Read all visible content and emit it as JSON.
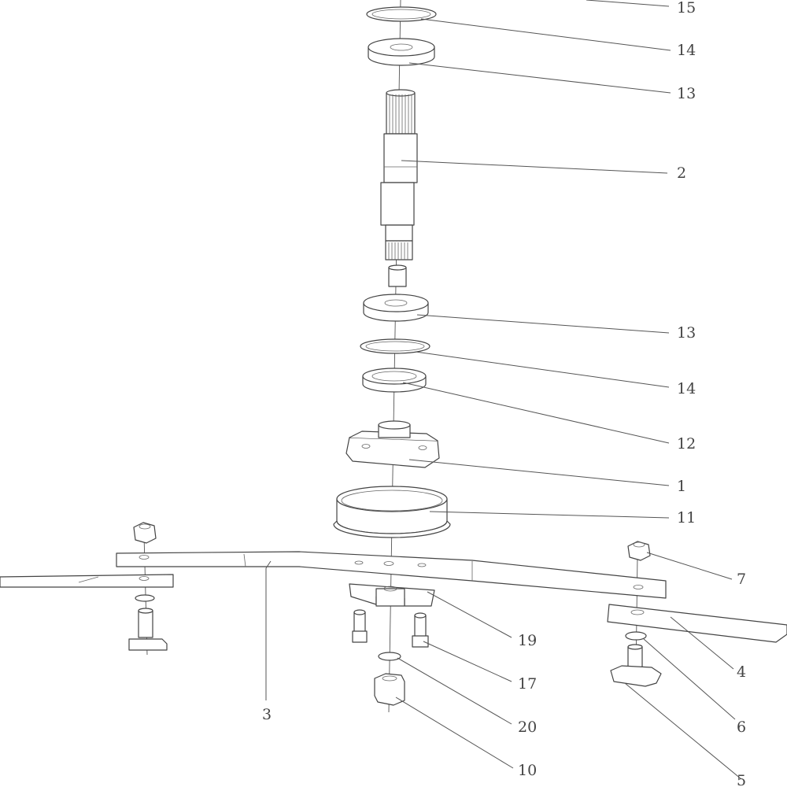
{
  "callouts": {
    "c15": "15",
    "c14a": "14",
    "c13a": "13",
    "c2": "2",
    "c13b": "13",
    "c14b": "14",
    "c12": "12",
    "c1": "1",
    "c11": "11",
    "c7": "7",
    "c4": "4",
    "c19": "19",
    "c3": "3",
    "c17": "17",
    "c6": "6",
    "c20": "20",
    "c10": "10",
    "c5": "5"
  }
}
